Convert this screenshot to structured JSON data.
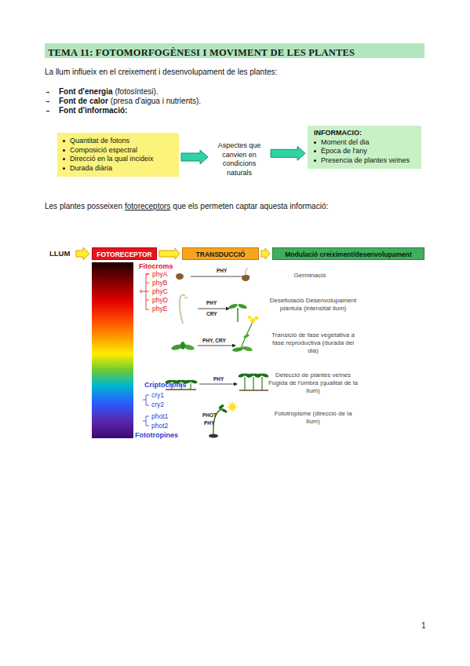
{
  "diagram": {
    "title": "TEMA 11: FOTOMORFOGÈNESI I MOVIMENT DE LES PLANTES",
    "nodes": [
      {
        "text": [
          "Quantitat de fotons",
          "Composició espectral",
          "Direcció en la qual incideix",
          "Durada diària"
        ]
      },
      {
        "text": [
          "Aspectes que canvien en condicions naturals"
        ]
      },
      {
        "text": [
          "INFORMACIO:",
          "Moment del dia",
          "Època de l'any",
          "Presencia de plantes veïnes"
        ]
      },
      {
        "text": [
          "FOTORECEPTOR"
        ]
      },
      {
        "text": [
          "TRANSDUCCIÓ"
        ]
      },
      {
        "text": [
          "Modulació creiximent/desenvolupament"
        ]
      }
    ],
    "edges": [
      {
        "from": 0,
        "to": 1,
        "arrow": "to"
      },
      {
        "from": 1,
        "to": 2,
        "arrow": "to"
      },
      {
        "from": 3,
        "to": 4,
        "arrow": "to"
      },
      {
        "from": 4,
        "to": 5,
        "arrow": "to"
      }
    ],
    "labels": [
      "La llum influeix en el creixement i desenvolupament de les plantes:",
      "Font d'energia",
      "(fotosíntesi).",
      "Font de calor",
      "(presa d'aigua i nutrients).",
      "Font d'informació:",
      "Les plantes posseixen",
      "fotoreceptors",
      "que els permeten captar aquesta informació:",
      "LLUM",
      "Fitocroms",
      "phyA",
      "phyB",
      "phyC",
      "phyD",
      "phyE",
      "Criptocroms",
      "cry1",
      "cry2",
      "phot1",
      "phot2",
      "Fototropines",
      "PHY",
      "Germinació",
      "PHY",
      "CRY",
      "Desetiolació Desenvolupament plàntula (intensitat llum)",
      "PHY, CRY",
      "Transició de fase vegetativa a fase reproductiva (durada del dia)",
      "PHY",
      "Detecció de plantes veïnes Fugida de l'ombra (qualitat de la llum)",
      "PHOT",
      "PHY",
      "Fototropisme (direcció de la llum)",
      "1"
    ]
  }
}
